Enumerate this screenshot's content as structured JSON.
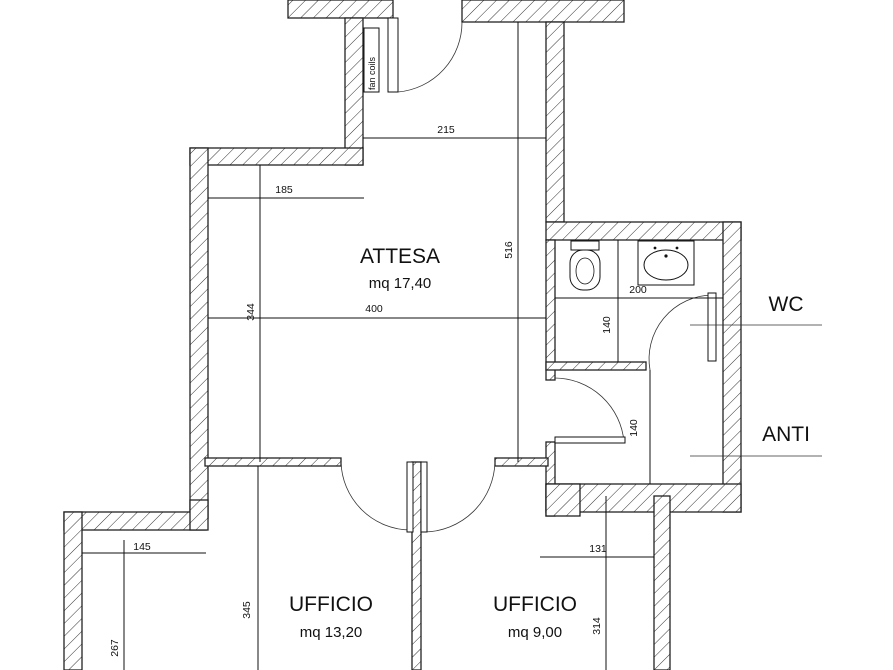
{
  "rooms": {
    "attesa": {
      "name": "ATTESA",
      "area": "mq 17,40"
    },
    "ufficio_left": {
      "name": "UFFICIO",
      "area": "mq 13,20"
    },
    "ufficio_right": {
      "name": "UFFICIO",
      "area": "mq 9,00"
    },
    "wc": {
      "name": "WC"
    },
    "anti": {
      "name": "ANTI"
    }
  },
  "labels": {
    "fan_coils": "fan coils"
  },
  "dimensions": {
    "d215": "215",
    "d185": "185",
    "d516": "516",
    "d400": "400",
    "d344": "344",
    "d200": "200",
    "d140_wc": "140",
    "d140_anti": "140",
    "d145": "145",
    "d131": "131",
    "d345": "345",
    "d267": "267",
    "d314": "314"
  }
}
